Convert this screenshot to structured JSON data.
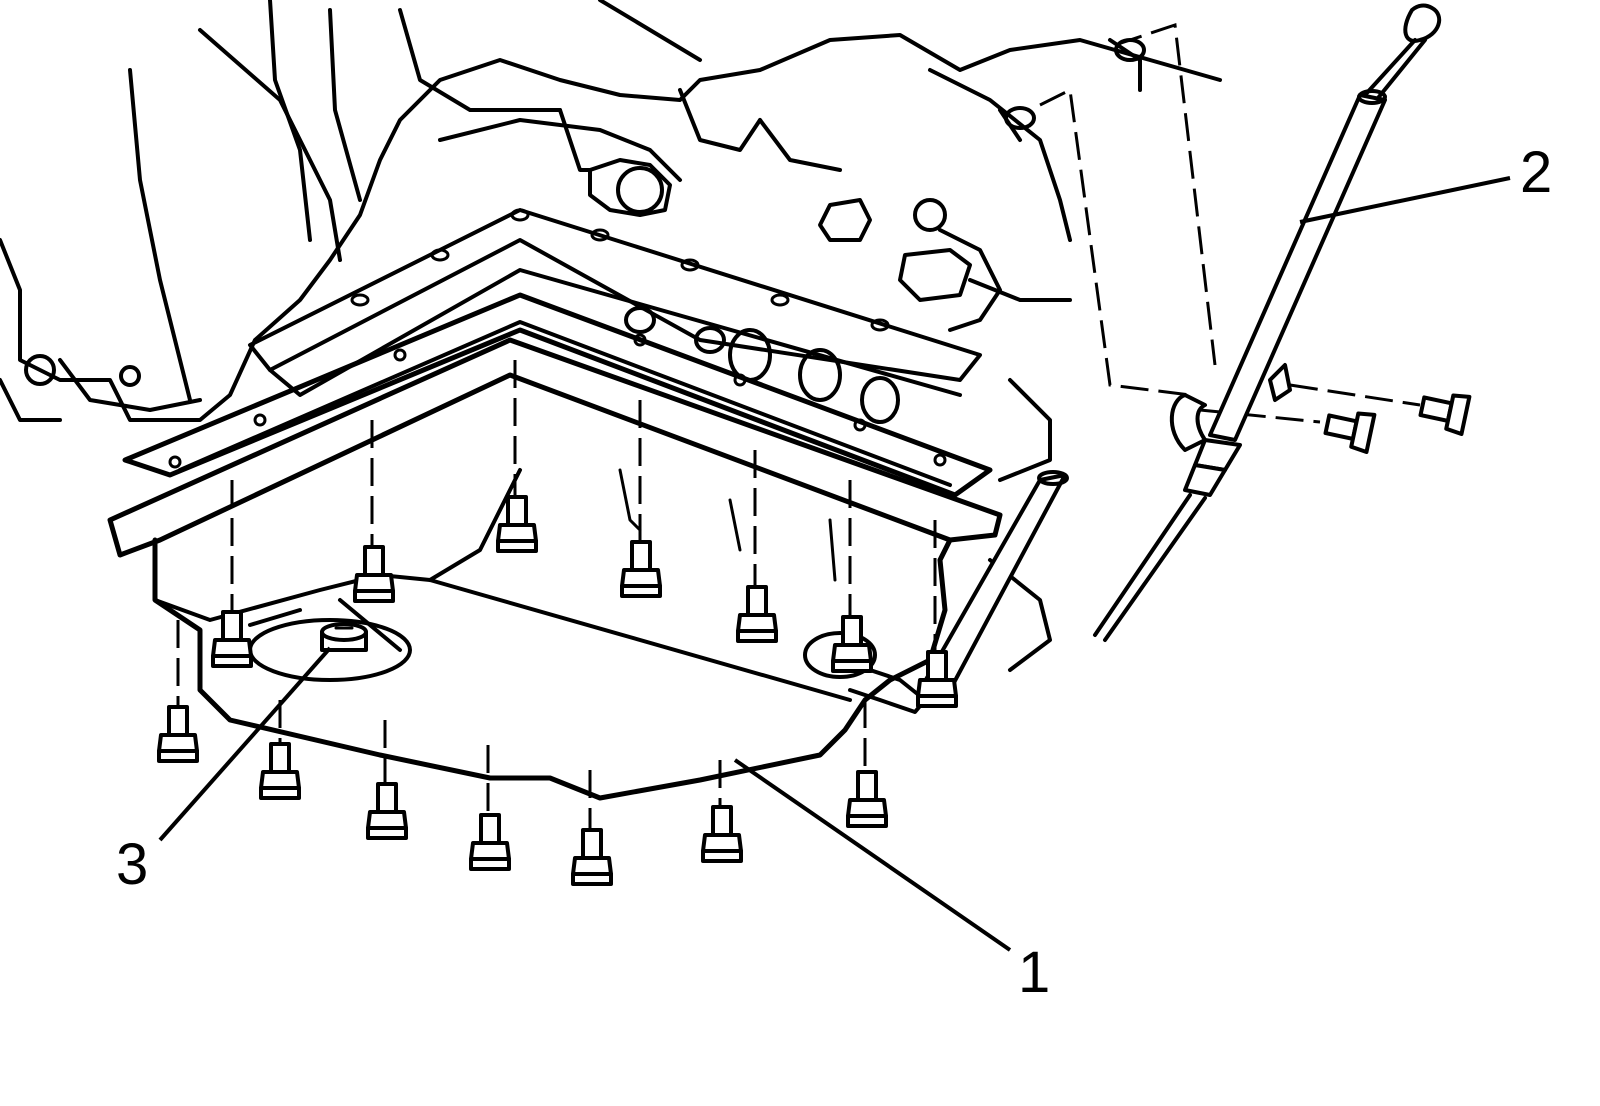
{
  "callouts": {
    "oil_pan": "1",
    "oil_level_indicator": "2",
    "drain_plug": "3"
  },
  "colors": {
    "line": "#000000",
    "background": "#ffffff"
  }
}
